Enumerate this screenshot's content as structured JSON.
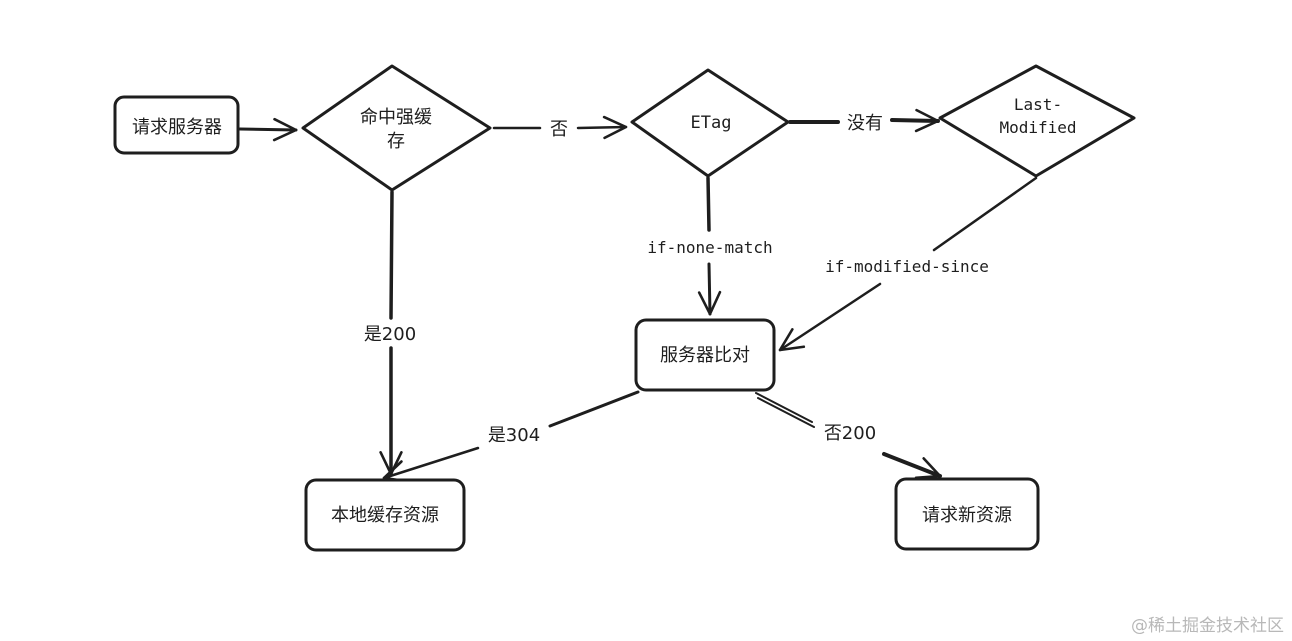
{
  "nodes": {
    "request_server": "请求服务器",
    "hit_strong_cache_line1": "命中强缓",
    "hit_strong_cache_line2": "存",
    "etag": "ETag",
    "last_modified_line1": "Last-",
    "last_modified_line2": "Modified",
    "server_compare": "服务器比对",
    "local_cache": "本地缓存资源",
    "request_new": "请求新资源"
  },
  "edges": {
    "no": "否",
    "none": "没有",
    "if_none_match": "if-none-match",
    "if_modified_since": "if-modified-since",
    "yes_200": "是200",
    "yes_304": "是304",
    "no_200": "否200"
  },
  "watermark": "@稀土掘金技术社区",
  "colors": {
    "stroke": "#1e1e1e",
    "background": "#ffffff",
    "watermark": "#b8b8b8"
  }
}
